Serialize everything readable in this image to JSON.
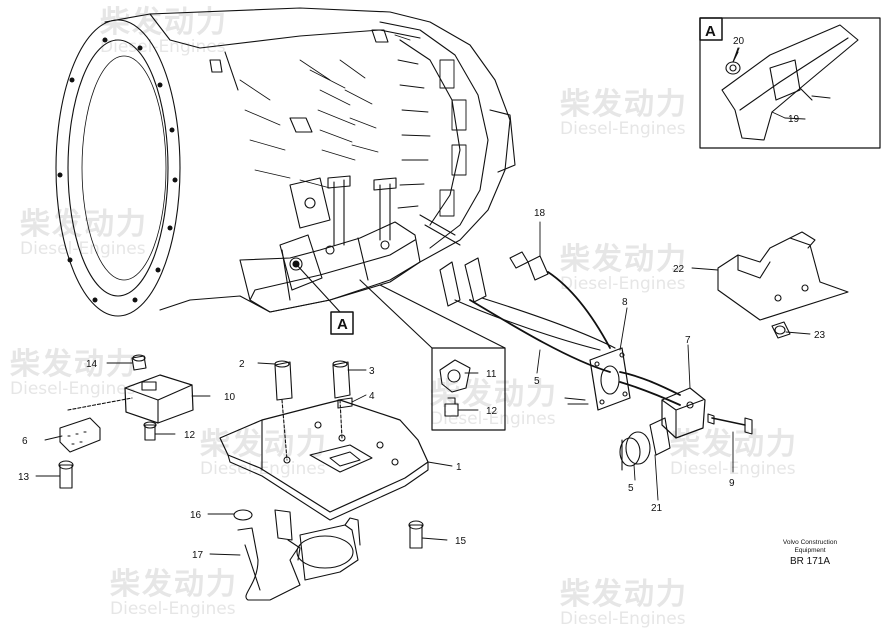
{
  "watermark": {
    "cn": "柴发动力",
    "en": "Diesel-Engines"
  },
  "detail_view": {
    "letter": "A"
  },
  "callouts": {
    "c1": "1",
    "c2": "2",
    "c3": "3",
    "c4": "4",
    "c5a": "5",
    "c5b": "5",
    "c6": "6",
    "c7": "7",
    "c8": "8",
    "c9": "9",
    "c10": "10",
    "c11": "11",
    "c12a": "12",
    "c12b": "12",
    "c13": "13",
    "c14": "14",
    "c15": "15",
    "c16": "16",
    "c17": "17",
    "c18": "18",
    "c19": "19",
    "c20": "20",
    "c21": "21",
    "c22": "22",
    "c23": "23"
  },
  "reference": {
    "line1": "Volvo Construction",
    "line2": "Equipment",
    "code": "BR 171A"
  },
  "colors": {
    "line": "#111111",
    "watermark": "#e6e6e6",
    "background": "#ffffff"
  }
}
